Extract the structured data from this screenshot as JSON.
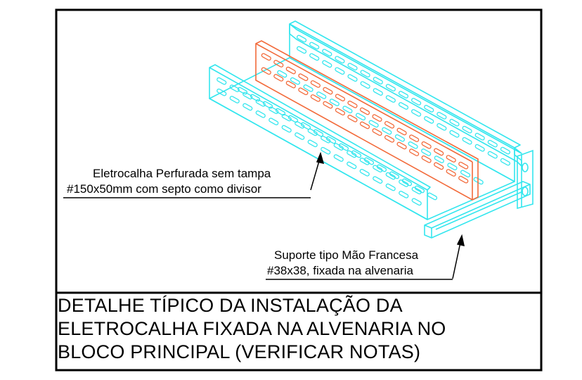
{
  "colors": {
    "tray": "#33e6ee",
    "septum": "#f26a3a",
    "frame": "#000000",
    "background": "#ffffff"
  },
  "callouts": {
    "tray_label_line1": "Eletrocalha Perfurada sem tampa",
    "tray_label_line2": "#150x50mm com septo como divisor",
    "support_label_line1": "Suporte tipo Mão Francesa",
    "support_label_line2": "#38x38, fixada na alvenaria"
  },
  "title_block": {
    "line1": "DETALHE TÍPICO DA INSTALAÇÃO DA",
    "line2": "ELETROCALHA FIXADA NA ALVENARIA NO",
    "line3": "BLOCO PRINCIPAL (VERIFICAR NOTAS)"
  }
}
